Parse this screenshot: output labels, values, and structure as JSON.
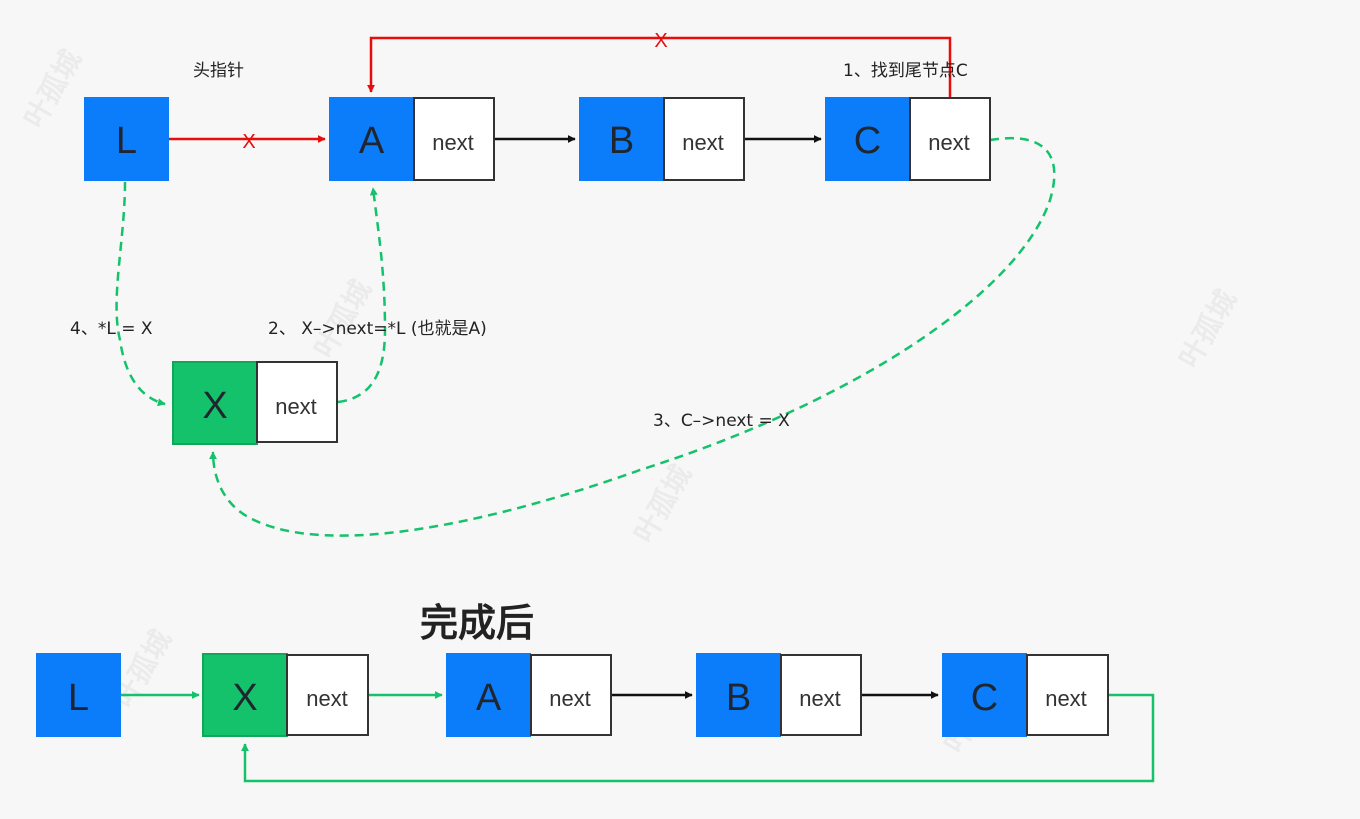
{
  "colors": {
    "blue": "#0b7dfa",
    "green": "#13c26b",
    "red": "#e80d0d",
    "black": "#111111",
    "white": "#ffffff",
    "background": "#f7f7f7"
  },
  "watermark": "叶孤城",
  "top": {
    "head_label": "头指针",
    "nodes": {
      "L": "L",
      "A": "A",
      "B": "B",
      "C": "C",
      "X": "X"
    },
    "next_label": "next",
    "cross_mark": "X",
    "annotations": {
      "step1": "1、找到尾节点C",
      "step2": "2、 X–>next=*L (也就是A)",
      "step3": "3、C–>next = X",
      "step4": "4、*L = X"
    }
  },
  "bottom": {
    "title": "完成后",
    "nodes": {
      "L": "L",
      "X": "X",
      "A": "A",
      "B": "B",
      "C": "C"
    },
    "next_label": "next"
  }
}
